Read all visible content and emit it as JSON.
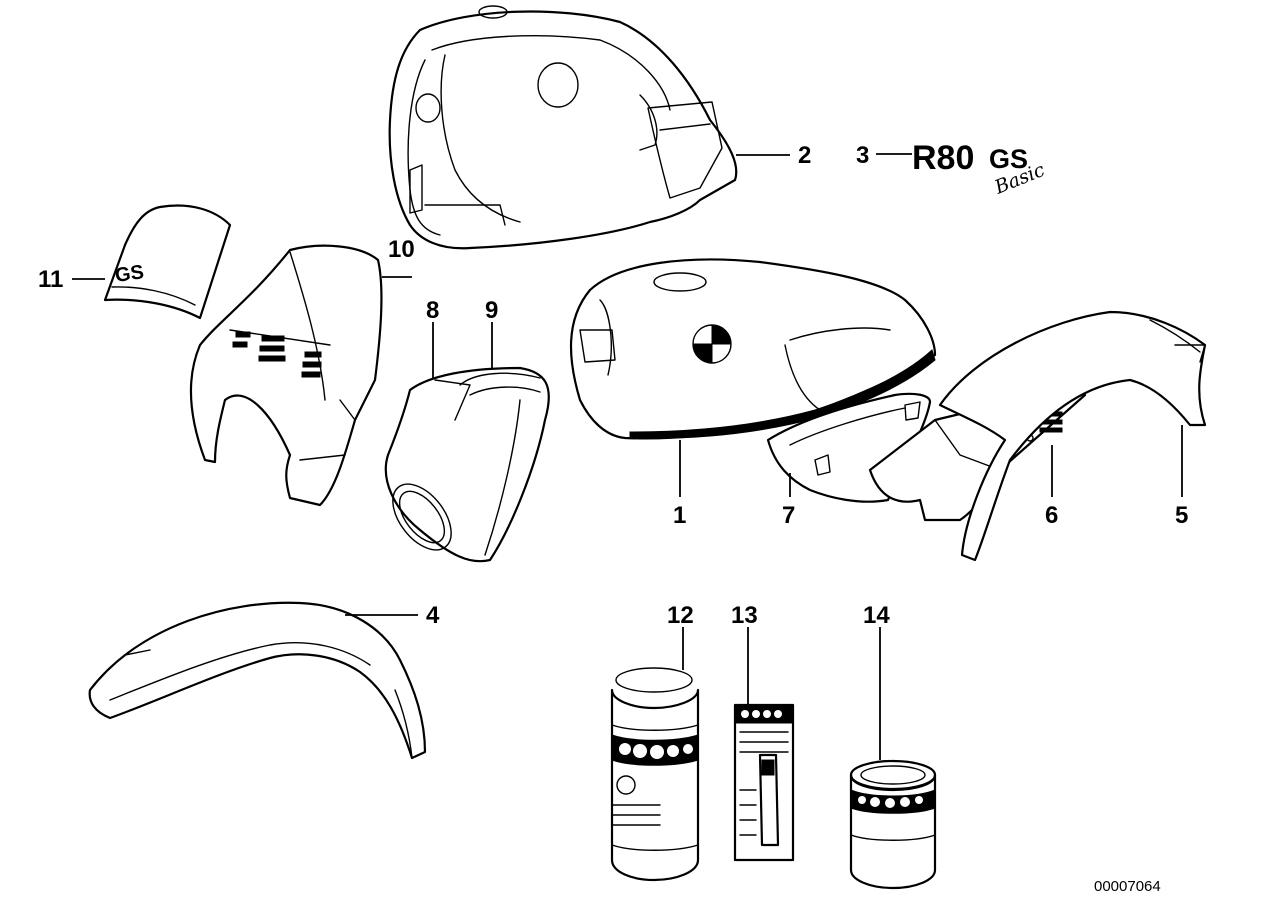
{
  "diagram": {
    "callouts": [
      {
        "id": "c1",
        "label": "1"
      },
      {
        "id": "c2",
        "label": "2"
      },
      {
        "id": "c3",
        "label": "3"
      },
      {
        "id": "c4",
        "label": "4"
      },
      {
        "id": "c5",
        "label": "5"
      },
      {
        "id": "c6",
        "label": "6"
      },
      {
        "id": "c7",
        "label": "7"
      },
      {
        "id": "c8",
        "label": "8"
      },
      {
        "id": "c9",
        "label": "9"
      },
      {
        "id": "c10",
        "label": "10"
      },
      {
        "id": "c11",
        "label": "11"
      },
      {
        "id": "c12",
        "label": "12"
      },
      {
        "id": "c13",
        "label": "13"
      },
      {
        "id": "c14",
        "label": "14"
      }
    ],
    "model_badge": {
      "prefix": "R80",
      "suffix": "GS",
      "script": "Basic"
    },
    "tank_badge_text": "GS",
    "document_number": "00007064",
    "colors": {
      "line": "#000000",
      "background": "#ffffff"
    }
  }
}
